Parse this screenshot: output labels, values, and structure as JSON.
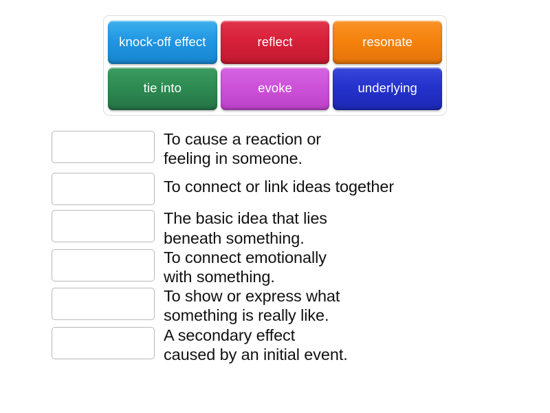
{
  "word_bank": {
    "rows": [
      [
        {
          "label": "knock-off\neffect",
          "color": "#2196e3",
          "color_name": "blue"
        },
        {
          "label": "reflect",
          "color": "#d7203a",
          "color_name": "red"
        },
        {
          "label": "resonate",
          "color": "#f5820d",
          "color_name": "orange"
        }
      ],
      [
        {
          "label": "tie into",
          "color": "#2e8b52",
          "color_name": "green"
        },
        {
          "label": "evoke",
          "color": "#cc52d8",
          "color_name": "orchid"
        },
        {
          "label": "underlying",
          "color": "#2432cc",
          "color_name": "indigo"
        }
      ]
    ]
  },
  "questions": [
    {
      "answer": "",
      "definition": "To cause a reaction or\nfeeling in someone."
    },
    {
      "answer": "",
      "definition": "To connect or link ideas together"
    },
    {
      "answer": "",
      "definition": "The basic idea that lies\nbeneath something."
    },
    {
      "answer": "",
      "definition": "To connect emotionally\nwith something."
    },
    {
      "answer": "",
      "definition": "To show or express what\nsomething is really like."
    },
    {
      "answer": "",
      "definition": "A secondary effect\ncaused by an initial event."
    }
  ],
  "theme": {
    "background": "#ffffff",
    "tray_border": "#dcdcdc",
    "dropbox_border": "#b8b8b8",
    "text_color": "#111111",
    "tile_text_color": "#ffffff"
  }
}
